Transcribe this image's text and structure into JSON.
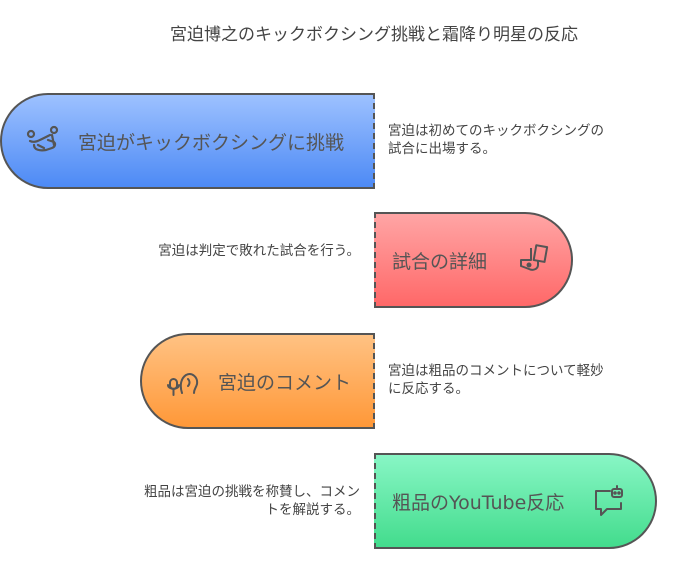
{
  "title": "宮迫博之のキックボクシング挑戦と霜降り明星の反応",
  "steps": [
    {
      "label": "宮迫がキックボクシングに挑戦",
      "icon": "kickboxer-icon",
      "color": "#4d8af5",
      "description": "宮迫は初めてのキックボクシングの試合に出場する。"
    },
    {
      "label": "試合の詳細",
      "icon": "whistle-card-icon",
      "color": "#ff6868",
      "description": "宮迫は判定で敗れた試合を行う。"
    },
    {
      "label": "宮迫のコメント",
      "icon": "microphone-person-icon",
      "color": "#ff9838",
      "description": "宮迫は粗品のコメントについて軽妙に反応する。"
    },
    {
      "label": "粗品のYouTube反応",
      "icon": "chat-bot-icon",
      "color": "#43dc8d",
      "description": "粗品は宮迫の挑戦を称賛し、コメントを解説する。"
    }
  ]
}
